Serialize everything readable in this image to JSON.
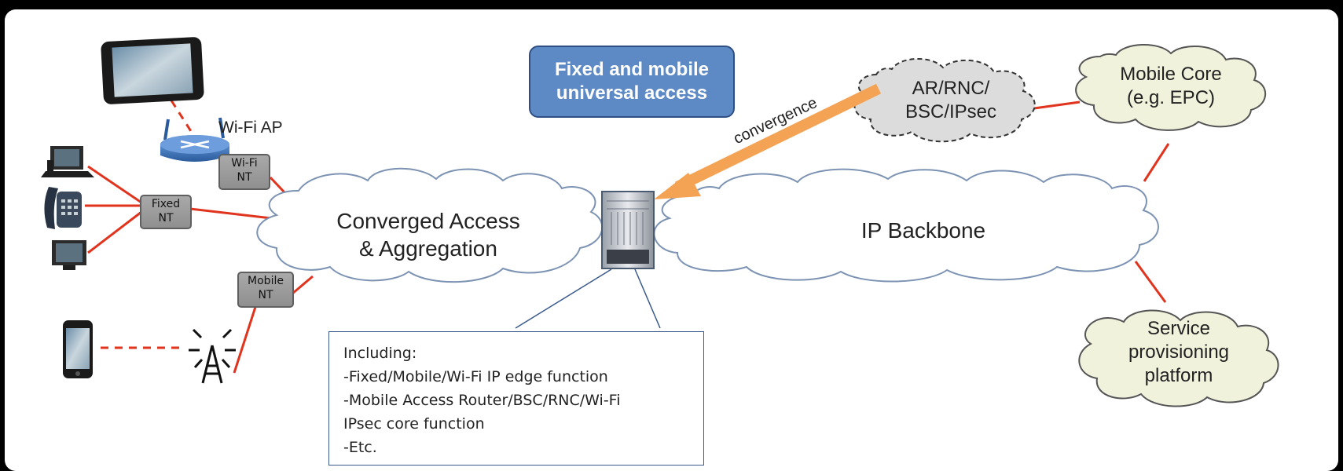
{
  "title": "Fixed and mobile universal access",
  "title_lines": [
    "Fixed and mobile",
    "universal access"
  ],
  "clouds": {
    "access": [
      "Converged Access",
      "& Aggregation"
    ],
    "backbone": "IP Backbone",
    "ar_rnc": [
      "AR/RNC/",
      "BSC/IPsec"
    ],
    "mobile_core": [
      "Mobile Core",
      "(e.g. EPC)"
    ],
    "service": [
      "Service",
      "provisioning",
      "platform"
    ]
  },
  "labels": {
    "wifi_ap": "Wi-Fi AP",
    "convergence": "convergence"
  },
  "nt_boxes": {
    "wifi": [
      "Wi-Fi",
      "NT"
    ],
    "fixed": [
      "Fixed",
      "NT"
    ],
    "mobile": [
      "Mobile",
      "NT"
    ]
  },
  "callout": [
    "Including:",
    "-Fixed/Mobile/Wi-Fi IP edge function",
    "-Mobile Access Router/BSC/RNC/Wi-Fi",
    "IPsec core function",
    "-Etc."
  ],
  "colors": {
    "link": "#e0341e",
    "arrow": "#f4a354",
    "title_box": "#5d89c5",
    "core_cloud_fill": "#f0f2dc",
    "ar_cloud_fill": "#dcdcdc"
  },
  "icons": [
    "tablet-icon",
    "wifi-router-icon",
    "desktop-computer-icon",
    "desk-phone-icon",
    "monitor-icon",
    "smartphone-icon",
    "cell-tower-icon",
    "network-equipment-icon"
  ]
}
